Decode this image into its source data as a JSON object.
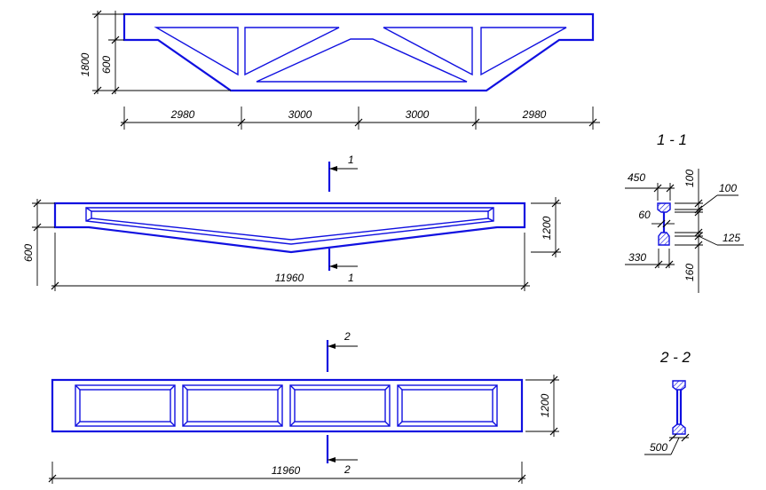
{
  "top_view": {
    "dim_total_height": "1800",
    "dim_end_height": "600",
    "dims": [
      "2980",
      "3000",
      "3000",
      "2980"
    ]
  },
  "middle_view": {
    "dim_end_height": "600",
    "dim_mid_height": "1200",
    "dim_length": "11960",
    "cut_mark_top": "1",
    "cut_mark_bottom": "1"
  },
  "section_1": {
    "title": "1 - 1",
    "dim_flange_width": "450",
    "dim_web": "60",
    "dim_bottom_width": "330",
    "dim_top_height": "100",
    "dim_top_thk": "100",
    "dim_bottom_thk": "125",
    "dim_bottom_height": "160"
  },
  "bottom_view": {
    "dim_height": "1200",
    "dim_length": "11960",
    "cut_mark_top": "2",
    "cut_mark_bottom": "2"
  },
  "section_2": {
    "title": "2 - 2",
    "dim_base": "500"
  },
  "colors": {
    "line": "#1010e0",
    "dimension": "#000000",
    "background": "#ffffff"
  }
}
